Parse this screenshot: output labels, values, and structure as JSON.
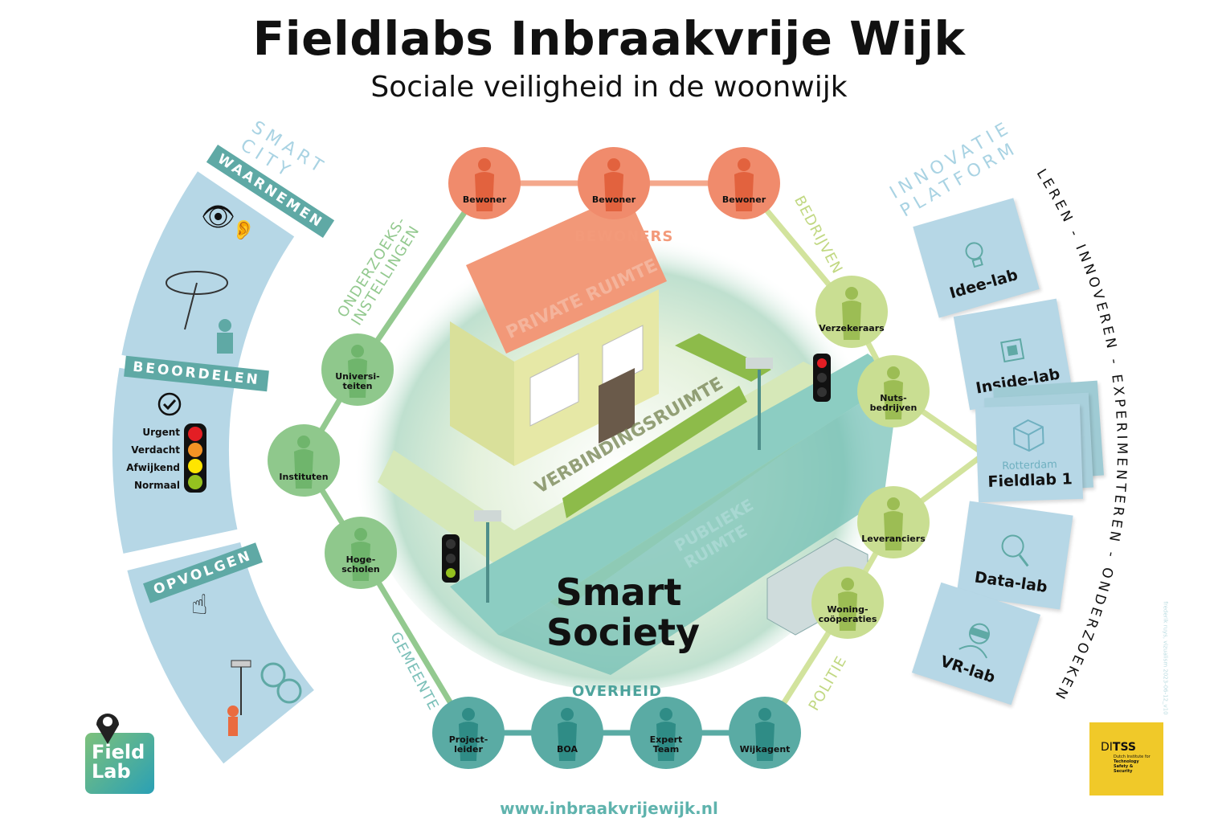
{
  "title": "Fieldlabs Inbraakvrije Wijk",
  "subtitle": "Sociale veiligheid in de woonwijk",
  "url": "www.inbraakvrijewijk.nl",
  "colors": {
    "bewoners": "#f08b6c",
    "onderzoek": "#8fc88c",
    "overheid": "#5aaba4",
    "bedrijven": "#c9de92",
    "panel": "#b6d7e6",
    "header": "#5fa9a5",
    "ditss": "#f0c929"
  },
  "hexagon": {
    "bewoners": {
      "label": "BEWONERS",
      "nodes": [
        "Bewoner",
        "Bewoner",
        "Bewoner"
      ]
    },
    "onderzoek": {
      "label": "ONDERZOEKS-\nINSTELLINGEN",
      "nodes": [
        "Universi-\nteiten",
        "Instituten",
        "Hoge-\nscholen"
      ]
    },
    "overheid": {
      "label": "OVERHEID",
      "nodes": [
        "Project-\nleider",
        "BOA",
        "Expert\nTeam",
        "Wijkagent"
      ]
    },
    "gemeente": {
      "label": "GEMEENTE"
    },
    "politie": {
      "label": "POLITIE"
    },
    "bedrijven": {
      "label": "BEDRIJVEN",
      "nodes": [
        "Verzekeraars",
        "Nuts-\nbedrijven",
        "Leveranciers",
        "Woning-\ncoöperaties"
      ]
    }
  },
  "scene": {
    "private": "PRIVATE RUIMTE",
    "verbinding": "VERBINDINGSRUIMTE",
    "publiek": "PUBLIEKE\nRUIMTE",
    "center": "Smart\nSociety"
  },
  "smart_city": {
    "label": "SMART\nCITY",
    "sections": [
      {
        "label": "WAARNEMEN"
      },
      {
        "label": "BEOORDELEN",
        "levels": [
          "Urgent",
          "Verdacht",
          "Afwijkend",
          "Normaal"
        ],
        "level_colors": [
          "#e31e24",
          "#f39325",
          "#ffe500",
          "#95c11f"
        ]
      },
      {
        "label": "OPVOLGEN"
      }
    ]
  },
  "innovatie": {
    "label": "INNOVATIE\nPLATFORM",
    "labs": [
      {
        "name": "Idee-lab",
        "icon": "lightbulb-icon"
      },
      {
        "name": "Inside-lab",
        "icon": "chip-icon"
      },
      {
        "name": "Fieldlab 1",
        "location": "Rotterdam",
        "icon": "cube-icon"
      },
      {
        "name": "Data-lab",
        "icon": "binary-magnifier-icon"
      },
      {
        "name": "VR-lab",
        "icon": "vr-headset-icon"
      }
    ],
    "cycle": "LEREN  -  INNOVEREN  -  EXPERIMENTEREN  -  ONDERZOEKEN"
  },
  "logos": {
    "fieldlab": "Field\nLab",
    "ditss": {
      "name_light": "DI",
      "name_bold": "TSS",
      "line1": "Dutch Institute for",
      "line2": "Technology",
      "line3": "Safety &",
      "line4": "Security"
    }
  },
  "credit": "frederik ruys, vizualism 2023-06-12_v10"
}
